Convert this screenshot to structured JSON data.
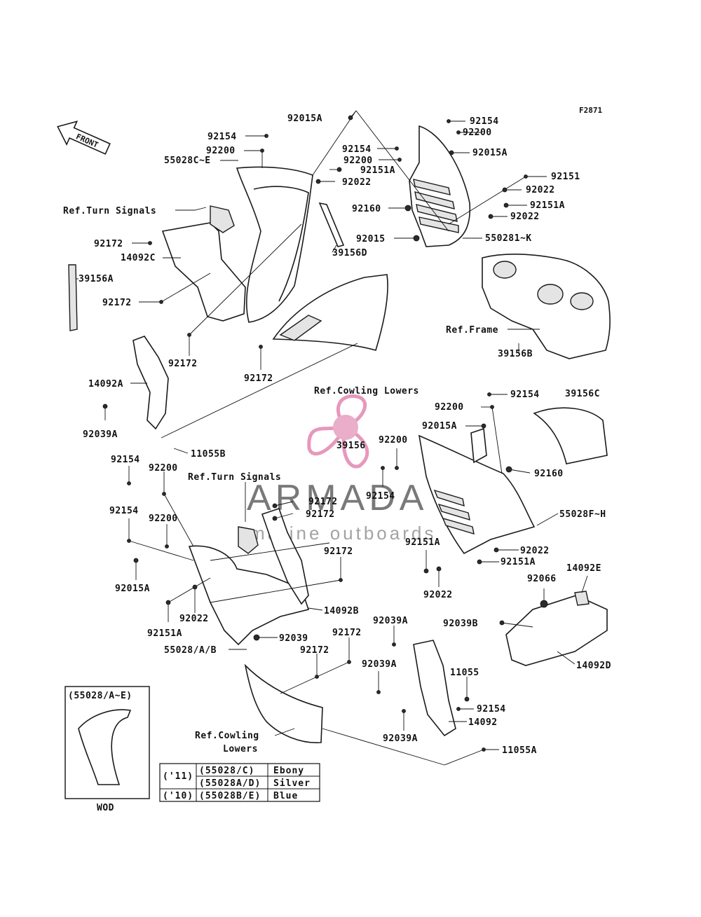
{
  "figure_id": "F2871",
  "front_arrow": "FRONT",
  "labels": {
    "l_92015A_top": "92015A",
    "l_92154_a": "92154",
    "l_92200_a": "92200",
    "l_55028CE": "55028C~E",
    "l_refturn_top": "Ref.Turn Signals",
    "l_92172_a": "92172",
    "l_14092C": "14092C",
    "l_39156A": "39156A",
    "l_92172_b": "92172",
    "l_92172_c": "92172",
    "l_92172_d": "92172",
    "l_14092A": "14092A",
    "l_92039A_a": "92039A",
    "l_11055B": "11055B",
    "l_refcowl_a": "Ref.Cowling Lowers",
    "l_92154_b": "92154",
    "l_92200_b": "92200",
    "l_92151A_a": "92151A",
    "l_92022_a": "92022",
    "l_92160_a": "92160",
    "l_92015_a": "92015",
    "l_39156D": "39156D",
    "l_92154_c": "92154",
    "l_92200_c": "92200",
    "l_92015A_b": "92015A",
    "l_92151_a": "92151",
    "l_92022_b": "92022",
    "l_92151A_b": "92151A",
    "l_92022_c": "92022",
    "l_55028IK": "550281~K",
    "l_refframe": "Ref.Frame",
    "l_39156B": "39156B",
    "l_92154_d": "92154",
    "l_39156C": "39156C",
    "l_92200_d": "92200",
    "l_92015A_c": "92015A",
    "l_39156": "39156",
    "l_92200_e": "92200",
    "l_92160_b": "92160",
    "l_92154_e": "92154",
    "l_55028FH": "55028F~H",
    "l_92151A_c": "92151A",
    "l_92022_d": "92022",
    "l_92151A_d": "92151A",
    "l_92022_e": "92022",
    "l_92066": "92066",
    "l_14092E": "14092E",
    "l_92039B": "92039B",
    "l_14092D": "14092D",
    "l_92154_f": "92154",
    "l_92200_f": "92200",
    "l_refturn_b": "Ref.Turn Signals",
    "l_92172_e": "92172",
    "l_92172_f": "92172",
    "l_92154_g": "92154",
    "l_92200_g": "92200",
    "l_92172_g": "92172",
    "l_92015A_d": "92015A",
    "l_14092B": "14092B",
    "l_92151A_e": "92151A",
    "l_92022_f": "92022",
    "l_92039": "92039",
    "l_55028AB": "55028/A/B",
    "l_92172_h": "92172",
    "l_92172_i": "92172",
    "l_92039A_b": "92039A",
    "l_92039A_c": "92039A",
    "l_11055": "11055",
    "l_92154_h": "92154",
    "l_14092": "14092",
    "l_92039A_d": "92039A",
    "l_11055A": "11055A",
    "l_refcowl_b1": "Ref.Cowling",
    "l_refcowl_b2": "Lowers"
  },
  "inset": {
    "title": "(55028/A~E)",
    "caption": "WOD"
  },
  "color_table": {
    "rows": [
      {
        "year": "('11)",
        "part": "(55028/C)",
        "color": "Ebony"
      },
      {
        "year": "",
        "part": "(55028A/D)",
        "color": "Silver"
      },
      {
        "year": "('10)",
        "part": "(55028B/E)",
        "color": "Blue"
      }
    ]
  },
  "watermark": {
    "brand": "ARMADA",
    "tagline": "marine outboards",
    "accent_color": "#e8a5c5",
    "accent_dark": "#e58db5"
  }
}
